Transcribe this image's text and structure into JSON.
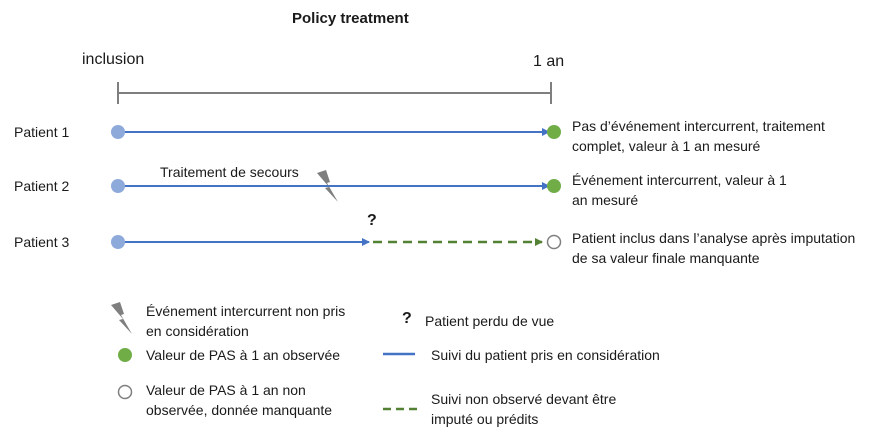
{
  "title": "Policy treatment",
  "timeline": {
    "start_label": "inclusion",
    "end_label": "1 an"
  },
  "patients": [
    {
      "label": "Patient 1",
      "description": "Pas d’événement intercurrent, traitement complet, valeur à 1 an mesuré"
    },
    {
      "label": "Patient 2",
      "event_label": "Traitement de secours",
      "description": "Événement intercurrent, valeur à 1 an mesuré"
    },
    {
      "label": "Patient 3",
      "lost_marker": "?",
      "description": "Patient inclus dans l’analyse après imputation de sa valeur finale manquante"
    }
  ],
  "legend": {
    "intercurrent_event": "Événement intercurrent non pris en considération",
    "observed_value": "Valeur de PAS à 1 an observée",
    "missing_value": "Valeur de PAS à 1 an non observée, donnée manquante",
    "lost_symbol": "?",
    "lost_to_followup": "Patient perdu de vue",
    "followup_considered": "Suivi du patient pris en considération",
    "followup_imputed": "Suivi non observé devant être imputé ou prédits"
  },
  "icons": {
    "start_point": "blue-circle",
    "observed_point": "green-circle",
    "missing_point": "hollow-circle",
    "intercurrent_event": "lightning-icon",
    "lost_to_followup": "question-mark"
  },
  "colors": {
    "start_point": "#8eaadb",
    "observed_point": "#70ad47",
    "followup_line": "#4472c4",
    "imputed_line": "#548235",
    "timeline": "#7f7f7f",
    "lightning": "#7f7f7f"
  }
}
